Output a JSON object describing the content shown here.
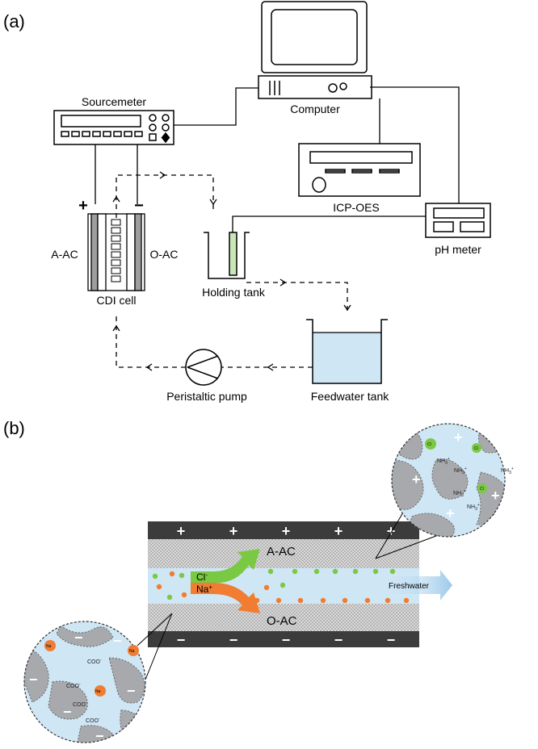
{
  "panels": {
    "a": "(a)",
    "b": "(b)"
  },
  "labels_a": {
    "sourcemeter": "Sourcemeter",
    "computer": "Computer",
    "icp": "ICP-OES",
    "ph_meter": "pH meter",
    "a_ac": "A-AC",
    "o_ac": "O-AC",
    "cdi": "CDI cell",
    "holding": "Holding tank",
    "feed": "Feedwater tank",
    "pump": "Peristaltic pump",
    "plus": "+",
    "minus": "−"
  },
  "labels_b": {
    "a_ac": "A-AC",
    "o_ac": "O-AC",
    "cl": "Cl",
    "cl_sup": "-",
    "na": "Na",
    "na_sup": "+",
    "freshwater": "Freshwater",
    "plus": "+",
    "minus": "−",
    "nh3": "NH",
    "nh3_sub": "3",
    "nh3_sup": "+",
    "coo": "COO",
    "coo_sup": "-"
  },
  "colors": {
    "water": "#cfe6f5",
    "mesh": "#c8c8c8",
    "current_collector": "#3c3c3c",
    "chloride": "#7ac943",
    "sodium": "#f07d32",
    "carbon": "#a7a9ac",
    "plant_green": "#c9e6b8"
  }
}
